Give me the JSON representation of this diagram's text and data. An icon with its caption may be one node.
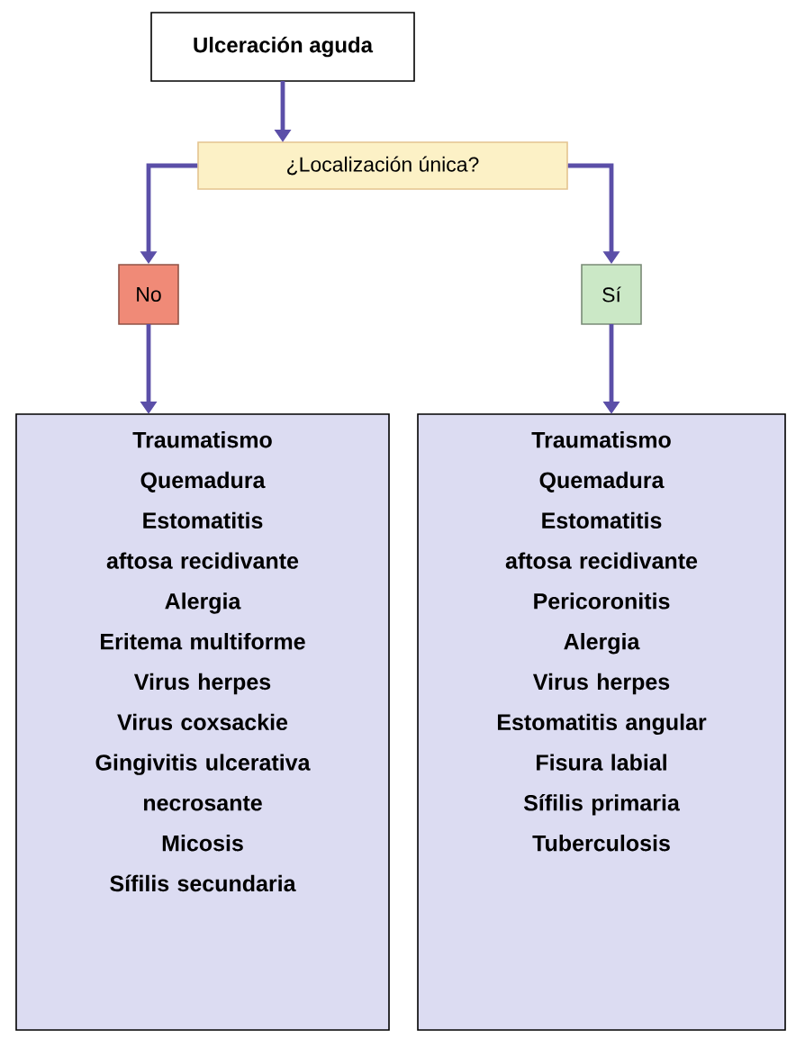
{
  "diagram": {
    "nodes": [
      {
        "text": [
          "Ulceración aguda"
        ]
      },
      {
        "text": [
          "¿Localización única?"
        ]
      },
      {
        "text": [
          "No"
        ]
      },
      {
        "text": [
          "Sí"
        ]
      },
      {
        "text": [
          "Traumatismo",
          "Quemadura",
          "Estomatitis aftosa recidivante",
          "Alergia",
          "Eritema multiforme",
          "Virus herpes",
          "Virus coxsackie",
          "Gingivitis ulcerativa necrosante",
          "Micosis",
          "Sífilis secundaria"
        ]
      },
      {
        "text": [
          "Traumatismo",
          "Quemadura",
          "Estomatitis aftosa recidivante",
          "Pericoronitis",
          "Alergia",
          "Virus herpes",
          "Estomatitis angular",
          "Fisura labial",
          "Sífilis primaria",
          "Tuberculosis"
        ]
      }
    ],
    "edges": [
      {
        "from": 0,
        "to": 1,
        "arrow": "to"
      },
      {
        "from": 1,
        "to": 2,
        "arrow": "to"
      },
      {
        "from": 1,
        "to": 3,
        "arrow": "to"
      },
      {
        "from": 2,
        "to": 4,
        "arrow": "to"
      },
      {
        "from": 3,
        "to": 5,
        "arrow": "to"
      }
    ]
  }
}
